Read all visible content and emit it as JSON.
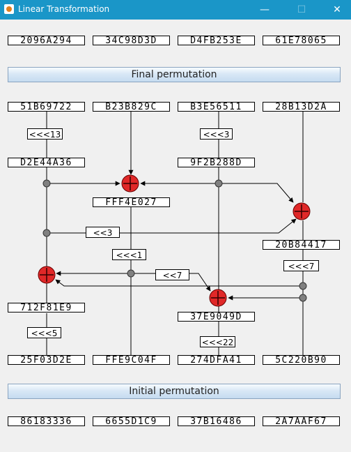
{
  "window": {
    "title": "Linear Transformation",
    "minimize_glyph": "—",
    "maximize_glyph": "☐",
    "close_glyph": "✕",
    "accent_color": "#1a96c8"
  },
  "output_words": [
    "2096A294",
    "34C98D3D",
    "D4FB253E",
    "61E78065"
  ],
  "final_permutation_label": "Final permutation",
  "after_perm_words": [
    "51B69722",
    "B23B829C",
    "B3E56511",
    "28B13D2A"
  ],
  "intermediate": {
    "d2e": "D2E44A36",
    "9f2": "9F2B288D",
    "fff4": "FFF4E027",
    "20b": "20B84417",
    "712": "712F81E9",
    "37e": "37E9049D"
  },
  "shifts": {
    "s13": "<<<13",
    "s3rot": "<<<3",
    "s3": "<<3",
    "s1": "<<<1",
    "s7": "<<7",
    "s7rot": "<<<7",
    "s5": "<<<5",
    "s22": "<<<22"
  },
  "before_words": [
    "25F03D2E",
    "FFE9C04F",
    "274DFA41",
    "5C220B90"
  ],
  "initial_permutation_label": "Initial permutation",
  "input_words": [
    "86183336",
    "6655D1C9",
    "37B16486",
    "2A7AAF67"
  ],
  "colors": {
    "xor_fill": "#e02828",
    "node_fill": "#808080",
    "bar_border": "#8aa4c0"
  }
}
